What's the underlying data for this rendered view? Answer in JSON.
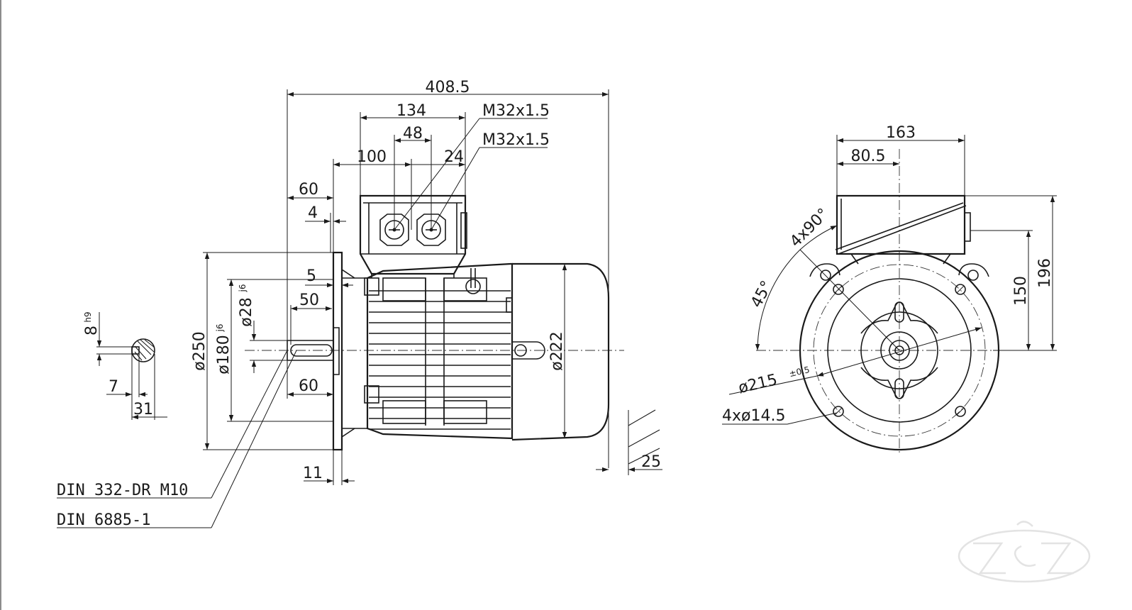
{
  "dimensions": {
    "overall_length": "408.5",
    "terminal_box_length": "134",
    "gland_spacing": "48",
    "terminal_box_offset": "100",
    "gland_offset": "24",
    "gland_thread_1": "M32x1.5",
    "gland_thread_2": "M32x1.5",
    "shaft_length_top": "60",
    "flange_gap": "4",
    "spigot_depth": "5",
    "keyway_length": "50",
    "shaft_length_bottom": "60",
    "flange_thickness": "11",
    "fan_cover_overhang": "25",
    "flange_diameter": "ø250",
    "spigot_diameter": "ø180",
    "spigot_tolerance": "j6",
    "shaft_diameter": "ø28",
    "shaft_tolerance": "j6",
    "frame_diameter": "ø222",
    "key_width": "8",
    "key_tolerance": "h9",
    "key_depth": "7",
    "shaft_key_height": "31",
    "box_width": "163",
    "box_half_width": "80.5",
    "shaft_height": "150",
    "overall_height": "196",
    "bolt_angle": "45°",
    "bolt_pattern_angle": "4x90°",
    "pitch_circle": "ø215",
    "pitch_tolerance": "±0.5",
    "bolt_holes": "4xø14.5",
    "center_hole_standard": "DIN 332-DR M10",
    "key_standard": "DIN 6885-1"
  },
  "watermark": "Z&Z"
}
